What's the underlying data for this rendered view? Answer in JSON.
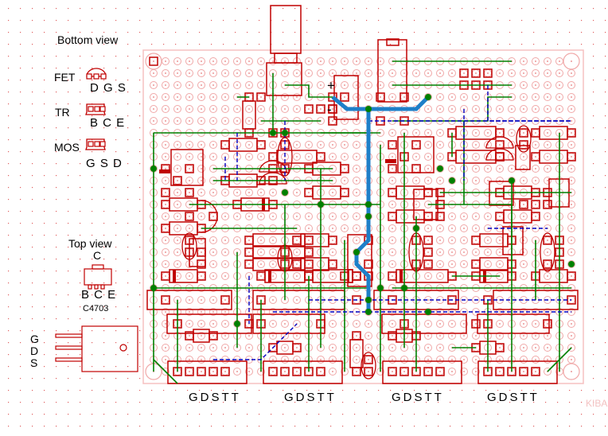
{
  "legend": {
    "bottom_view_title": "Bottom view",
    "fet_label": "FET",
    "fet_pins": "D G S",
    "tr_label": "TR",
    "tr_pins": "B C E",
    "mos_label": "MOS",
    "mos_pins": "G S D",
    "top_view_title": "Top view",
    "top_view_collector": "C",
    "top_view_pins": "B C E",
    "top_view_part": "C4703",
    "mos_power_pins": [
      "G",
      "D",
      "S"
    ]
  },
  "connectors": [
    {
      "pins": "GDSTT"
    },
    {
      "pins": "GDSTT"
    },
    {
      "pins": "GDSTT"
    },
    {
      "pins": "GDSTT"
    }
  ],
  "board": {
    "polarity_plus": "+",
    "polarity_minus": "-",
    "watermark": "KIBAN"
  },
  "colors": {
    "outline": "#c00000",
    "trace": "#008000",
    "jumper": "#0000c0",
    "power_trace": "#1e7fc8",
    "grid_dot": "#e06060",
    "pad_ring": "#f0a8a8",
    "board_edge": "#f5c0c0"
  }
}
